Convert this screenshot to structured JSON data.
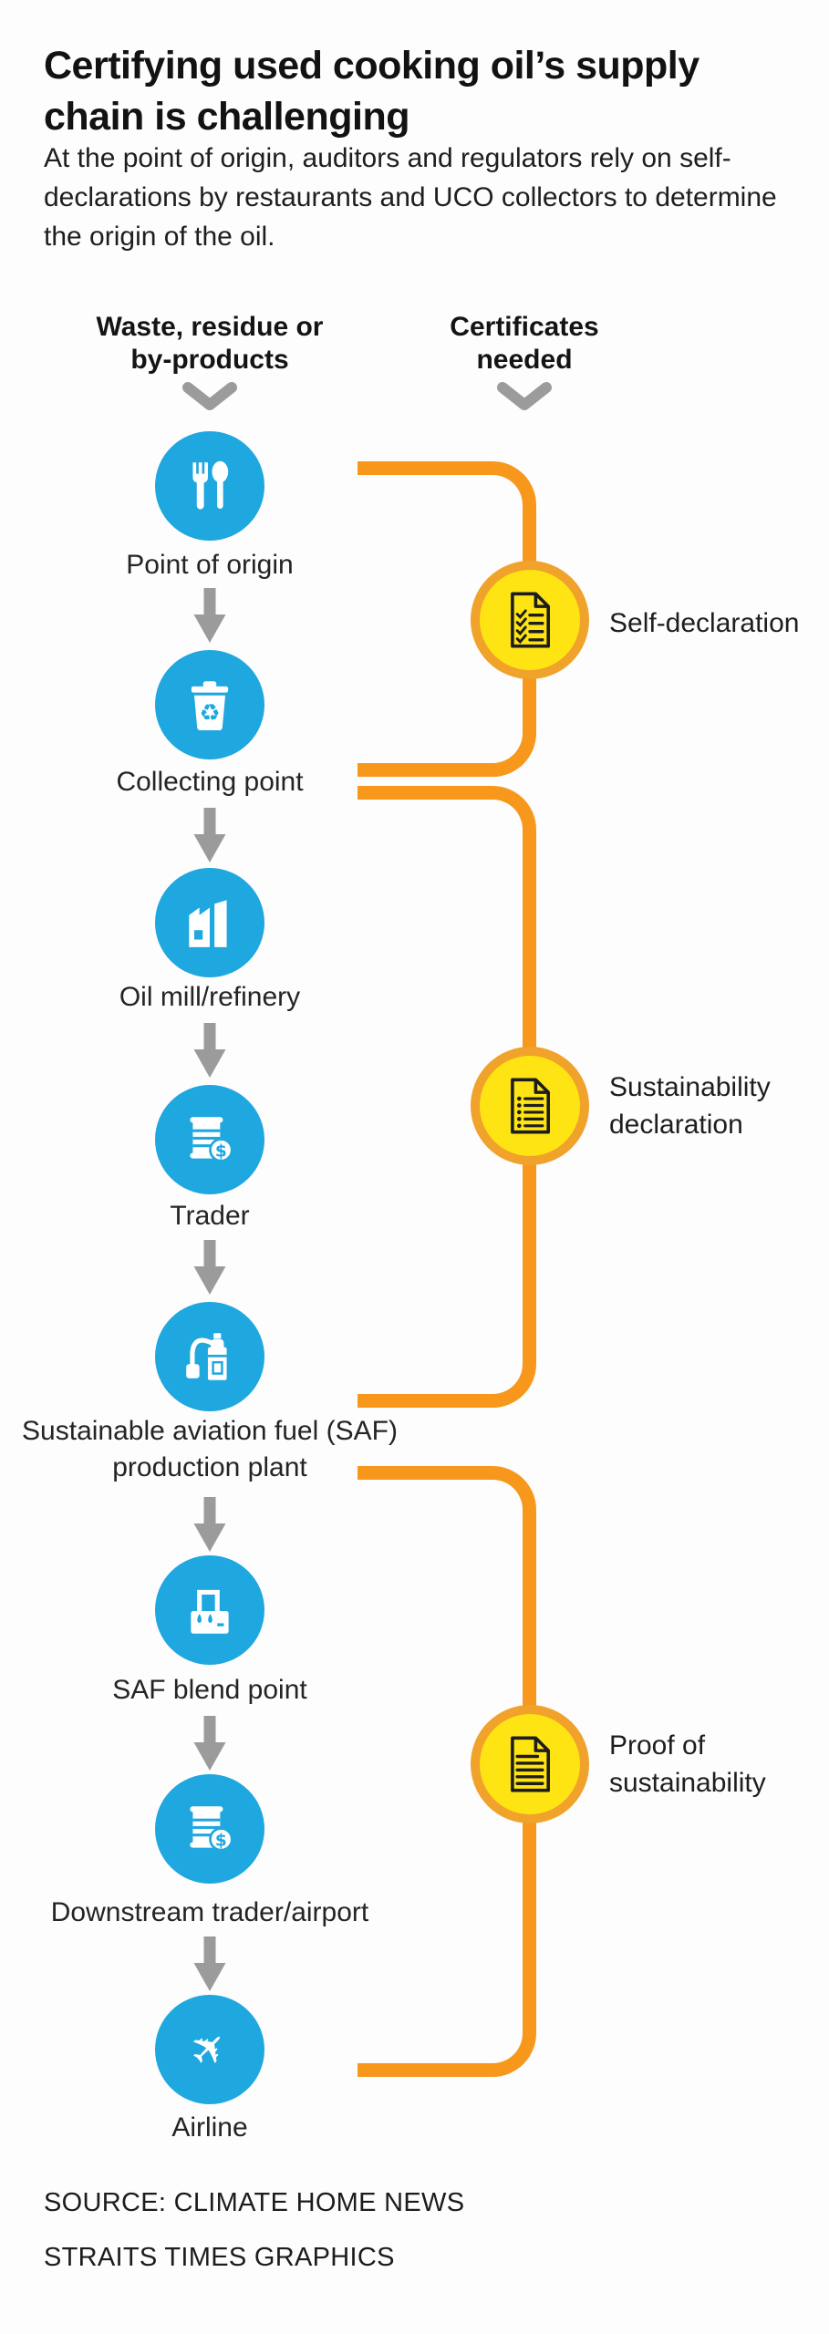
{
  "header": {
    "title": "Certifying used cooking oil’s supply chain is challenging",
    "subtitle": "At the point of origin, auditors and regulators rely on self-declarations by restaurants and UCO collectors to determine the origin of the oil."
  },
  "columns": {
    "left": "Waste, residue or by-products",
    "right": "Certificates needed"
  },
  "stages": [
    {
      "label": "Point of origin",
      "icon": "fork-spoon-icon"
    },
    {
      "label": "Collecting point",
      "icon": "recycle-bin-icon"
    },
    {
      "label": "Oil mill/refinery",
      "icon": "factory-icon"
    },
    {
      "label": "Trader",
      "icon": "barrel-dollar-icon"
    },
    {
      "label": "Sustainable aviation fuel (SAF) production plant",
      "icon": "distillery-icon"
    },
    {
      "label": "SAF blend point",
      "icon": "blend-tank-icon"
    },
    {
      "label": "Downstream trader/airport",
      "icon": "barrel-dollar-icon"
    },
    {
      "label": "Airline",
      "icon": "airplane-icon"
    }
  ],
  "certificates": [
    {
      "label": "Self-declaration",
      "icon": "checklist-document-icon",
      "from_stage": "Point of origin",
      "to_stage": "Collecting point"
    },
    {
      "label": "Sustainability declaration",
      "icon": "bullet-list-document-icon",
      "from_stage": "Collecting point",
      "to_stage": "Sustainable aviation fuel (SAF) production plant"
    },
    {
      "label": "Proof of sustainability",
      "icon": "text-document-icon",
      "from_stage": "Sustainable aviation fuel (SAF) production plant",
      "to_stage": "Airline"
    }
  ],
  "footer": {
    "source": "SOURCE: CLIMATE HOME NEWS",
    "credit": "STRAITS TIMES GRAPHICS"
  },
  "colors": {
    "stage_blue": "#1FA7E0",
    "certificate_yellow": "#FFE414",
    "certificate_ring_orange": "#F0A22B",
    "bracket_orange": "#F7981D",
    "arrow_gray": "#9B9B9B",
    "text_dark": "#121212"
  }
}
